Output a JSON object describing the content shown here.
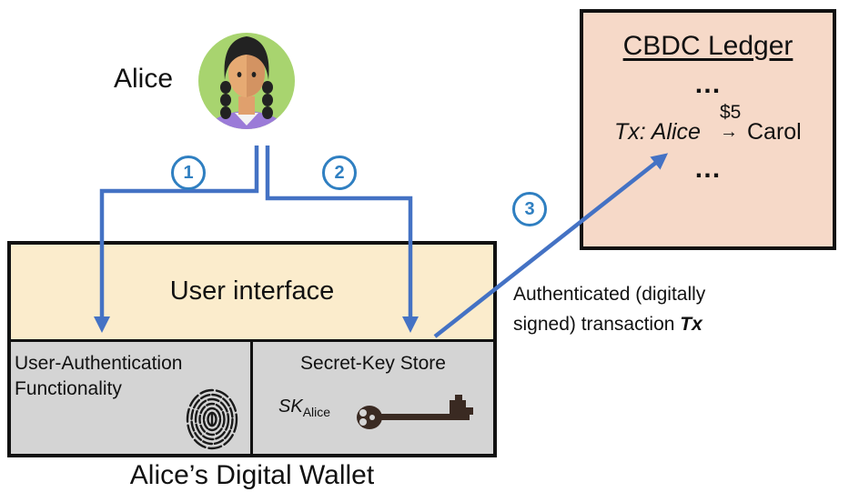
{
  "alice": {
    "name": "Alice"
  },
  "steps": [
    "1",
    "2",
    "3"
  ],
  "ledger": {
    "title": "CBDC Ledger",
    "dots_top": "…",
    "dots_bottom": "…",
    "tx_label": "Tx: Alice",
    "tx_amount": "$5",
    "tx_arrow": "→",
    "tx_to": "Carol"
  },
  "wallet": {
    "user_interface": "User interface",
    "auth_line1": "User-Authentication",
    "auth_line2": "Functionality",
    "key_store": "Secret-Key Store",
    "sk_main": "SK",
    "sk_sub": "Alice",
    "caption": "Alice’s Digital Wallet"
  },
  "signed_tx": {
    "line1": "Authenticated (digitally",
    "line2_prefix": "signed) transaction ",
    "line2_tx": "Tx"
  },
  "colors": {
    "arrow_blue": "#4472c4",
    "ledger_bg": "#f6d9c8",
    "ui_bg": "#fbeccc",
    "panel_gray": "#d4d4d4",
    "avatar_green": "#a8d46f"
  },
  "icons": [
    "alice-avatar-icon",
    "fingerprint-icon",
    "key-icon"
  ]
}
